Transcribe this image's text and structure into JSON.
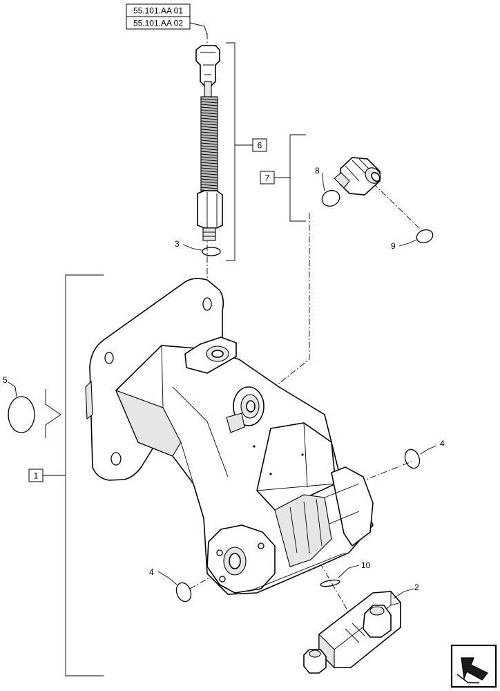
{
  "references": {
    "ref_1": "55.101.AA 01",
    "ref_2": "55.101.AA 02"
  },
  "callouts": {
    "item_1": "1",
    "item_2": "2",
    "item_3": "3",
    "item_4a": "4",
    "item_4b": "4",
    "item_5": "5",
    "item_6": "6",
    "item_7": "7",
    "item_8": "8",
    "item_9": "9",
    "item_10": "10"
  },
  "nav_icon": "navigation-arrow-icon"
}
